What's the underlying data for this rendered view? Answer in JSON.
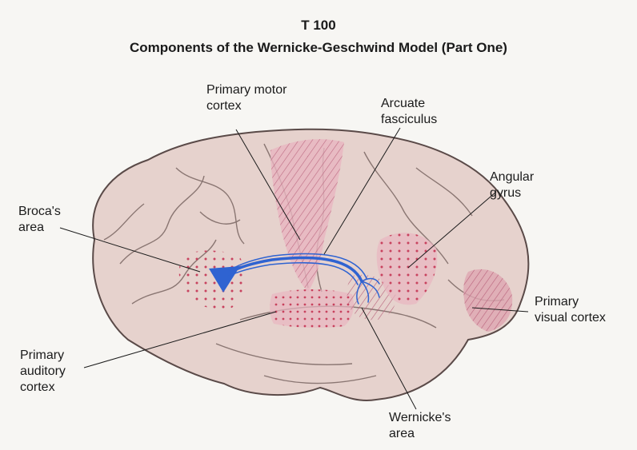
{
  "header": {
    "code": "T 100",
    "title": "Components of the Wernicke-Geschwind Model (Part One)"
  },
  "labels": {
    "primary_motor_cortex": [
      "Primary motor",
      "cortex"
    ],
    "arcuate_fasciculus": [
      "Arcuate",
      "fasciculus"
    ],
    "angular_gyrus": [
      "Angular",
      "gyrus"
    ],
    "brocas_area": [
      "Broca's",
      "area"
    ],
    "primary_visual_cortex": [
      "Primary",
      "visual cortex"
    ],
    "primary_auditory_cortex": [
      "Primary",
      "auditory",
      "cortex"
    ],
    "wernickes_area": [
      "Wernicke's",
      "area"
    ]
  },
  "colors": {
    "brain_fill": "#e6d2cd",
    "brain_outline": "#5a4a48",
    "region_pink": "#d98ea0",
    "dots": "#c8425e",
    "arcuate_blue": "#2f63d1"
  }
}
